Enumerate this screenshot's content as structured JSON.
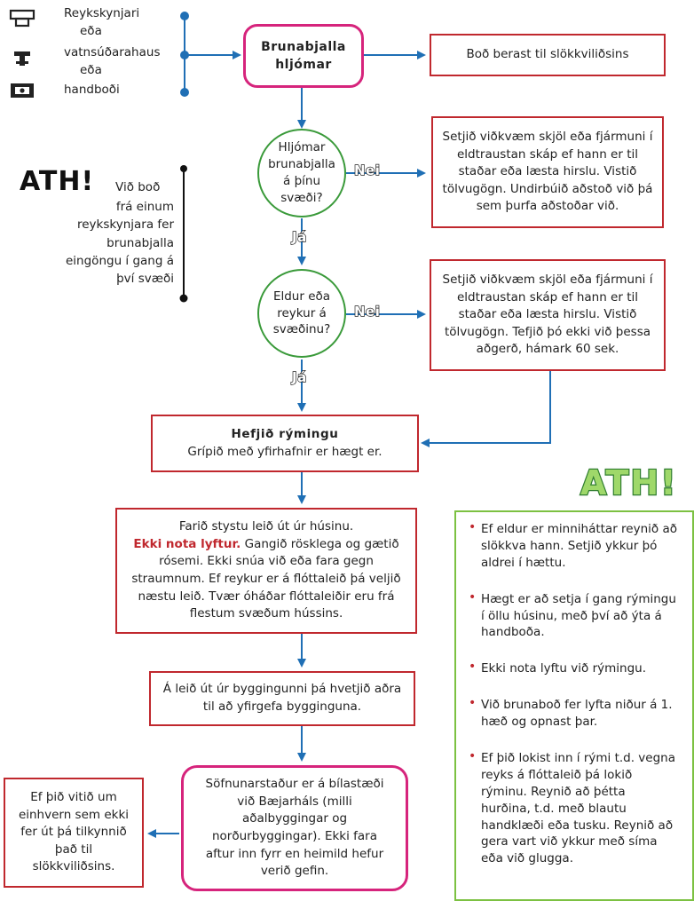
{
  "legend": {
    "smoke_detector": "Reykskynjari",
    "or1": "eða",
    "sprinkler": "vatnsúðarahaus",
    "or2": "eða",
    "call_point": "handboði"
  },
  "nodes": {
    "alarm": "Brunabjalla hljómar",
    "notify": "Boð berast til slökkviliðsins",
    "q_zone": "Hljómar brunabjalla á þínu svæði?",
    "not_zone_action": "Setjið viðkvæm skjöl eða fjármuni í eldtraustan skáp ef hann er til staðar eða læsta hirslu. Vistið tölvugögn. Undirbúið aðstoð við þá sem þurfa aðstoðar við.",
    "q_fire": "Eldur eða reykur á svæðinu?",
    "no_fire_action": "Setjið viðkvæm skjöl eða fjármuni í eldtraustan skáp ef hann er til staðar eða læsta hirslu. Vistið tölvugögn. Tefjið þó ekki við þessa aðgerð, hámark 60 sek.",
    "evacuate_title": "Hefjið rýmingu",
    "evacuate_sub": "Grípið með yfirhafnir er hægt er.",
    "exit_a": "Farið stystu leið út úr húsinu.",
    "exit_lift": "Ekki nota lyftur.",
    "exit_b": "Gangið rösklega og gætið rósemi. Ekki snúa við eða fara gegn straumnum. Ef reykur er á flóttaleið þá veljið næstu leið. Tvær óháðar flóttaleiðir eru frá flestum svæðum hússins.",
    "encourage": "Á leið út úr byggingunni þá hvetjið aðra til að yfirgefa bygginguna.",
    "assembly": "Söfnunarstaður er á bílastæði við Bæjarháls (milli aðalbyggingar og norðurbyggingar). Ekki fara aftur inn fyrr en heimild hefur verið gefin.",
    "missing": "Ef þið vitið um einhvern sem ekki fer út þá tilkynnið það til slökkviliðsins."
  },
  "labels": {
    "nei1": "Nei",
    "ja1": "Já",
    "nei2": "Nei",
    "ja2": "Já"
  },
  "note_left": {
    "heading": "ATH!",
    "text1": "Við boð",
    "text2": "frá einum reykskynjara fer brunabjalla eingöngu í gang á því svæði"
  },
  "note_right": {
    "heading": "ATH!",
    "items": [
      "Ef eldur er minniháttar reynið að slökkva hann. Setjið ykkur þó aldrei í hættu.",
      "Hægt er að setja í gang rýmingu í öllu húsinu, með því að ýta á handboða.",
      "Ekki nota lyftu við rýmingu.",
      "Við brunaboð fer lyfta niður á 1. hæð og opnast þar.",
      "Ef þið lokist inn í rými t.d. vegna reyks á flóttaleið þá lokið rýminu. Reynið að þétta hurðina, t.d. með blautu handklæði eða tusku. Reynið að gera vart við ykkur með síma eða við glugga."
    ]
  },
  "colors": {
    "red": "#c0282e",
    "pink": "#d6247c",
    "green": "#3a9a3a",
    "blue": "#1f6fb5"
  }
}
